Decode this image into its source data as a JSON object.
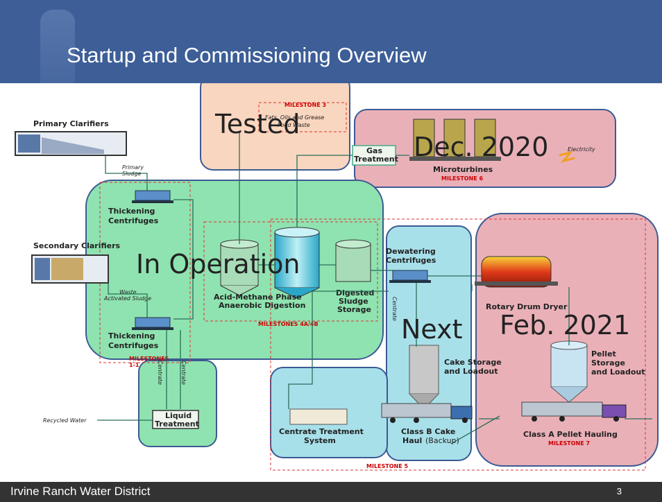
{
  "title": "Startup and Commissioning Overview",
  "footer": "Irvine Ranch Water District",
  "page": "3",
  "overlays": {
    "tested": "Tested",
    "dec": "Dec. 2020",
    "in_operation": "In Operation",
    "next": "Next",
    "feb": "Feb. 2021"
  },
  "labels": {
    "primary_clarifiers": "Primary Clarifiers",
    "primary_sludge_1": "Primary",
    "primary_sludge_2": "Sludge",
    "secondary_clarifiers": "Secondary Clarifiers",
    "waste_1": "Waste",
    "waste_2": "Activated Sludge",
    "thick_top_1": "Thickening",
    "thick_top_2": "Centrifuges",
    "thick_bot_1": "Thickening",
    "thick_bot_2": "Centrifuges",
    "milestones_1_1": "MILESTONES",
    "milestones_1_2": "1-1",
    "acid_1": "Acid-Methane Phase",
    "acid_2": "Anaerobic Digestion",
    "digested_1": "Digested",
    "digested_2": "Sludge",
    "digested_3": "Storage",
    "milestones_4": "MILESTONES 4A/4B",
    "milestone3": "MILESTONE 3",
    "fog_1": "Fats, Oils and Grease",
    "fog_2": "Food Waste",
    "gas_1": "Gas",
    "gas_2": "Treatment",
    "microturbines": "Microturbines",
    "electricity": "Electricity",
    "milestone6": "MILESTONE 6",
    "dewatering_1": "Dewatering",
    "dewatering_2": "Centrifuges",
    "rotary": "Rotary Drum Dryer",
    "cake_1": "Cake Storage",
    "cake_2": "and Loadout",
    "pellet_1": "Pellet",
    "pellet_2": "Storage",
    "pellet_3": "and Loadout",
    "liquid_1": "Liquid",
    "liquid_2": "Treatment",
    "recycled": "Recycled Water",
    "centrate_1": "Centrate Treatment",
    "centrate_2": "System",
    "classb_1": "Class B Cake",
    "classb_2": "Haul",
    "classb_3": "(Backup)",
    "classa": "Class A Pellet Hauling",
    "milestone7": "MILESTONE 7",
    "milestone5": "MILESTONE 5",
    "centrate_a": "Centrate",
    "centrate_b": "Centrate",
    "centrate_c": "Centrate"
  },
  "colors": {
    "header": "#3d5e97",
    "green": "#8fe3b0",
    "blue": "#a8e0ea",
    "pink": "#eab0b8",
    "peach": "#f9d6bf",
    "outline": "#3b5a93"
  }
}
